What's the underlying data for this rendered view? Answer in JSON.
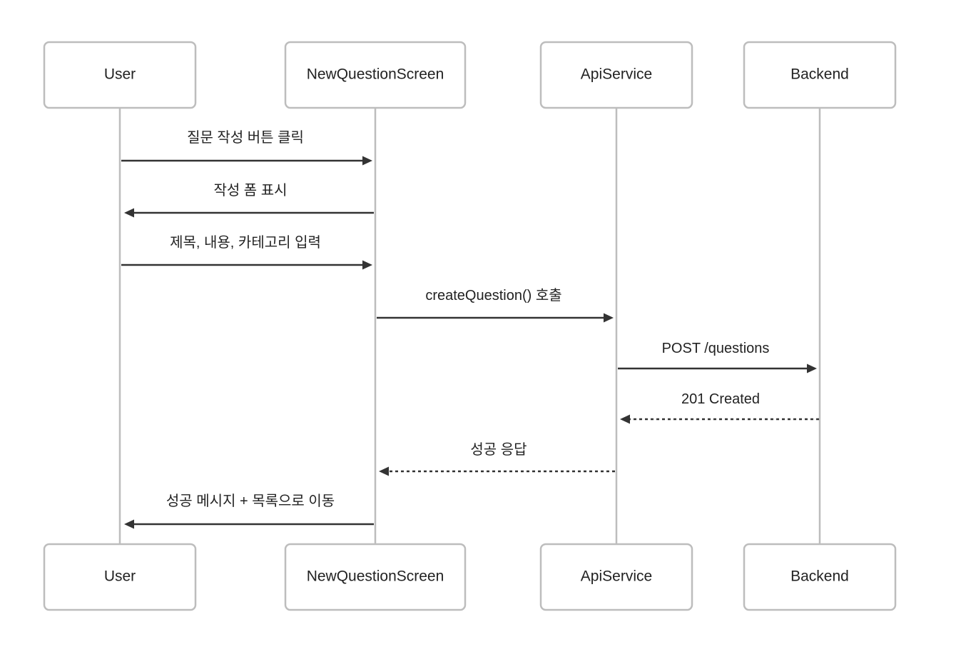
{
  "participants": [
    {
      "id": "user",
      "label": "User"
    },
    {
      "id": "screen",
      "label": "NewQuestionScreen"
    },
    {
      "id": "api",
      "label": "ApiService"
    },
    {
      "id": "backend",
      "label": "Backend"
    }
  ],
  "messages": [
    {
      "from": "user",
      "to": "screen",
      "label": "질문 작성 버튼 클릭",
      "style": "solid"
    },
    {
      "from": "screen",
      "to": "user",
      "label": "작성 폼 표시",
      "style": "solid"
    },
    {
      "from": "user",
      "to": "screen",
      "label": "제목, 내용, 카테고리 입력",
      "style": "solid"
    },
    {
      "from": "screen",
      "to": "api",
      "label": "createQuestion() 호출",
      "style": "solid"
    },
    {
      "from": "api",
      "to": "backend",
      "label": "POST /questions",
      "style": "solid"
    },
    {
      "from": "backend",
      "to": "api",
      "label": "201 Created",
      "style": "dashed"
    },
    {
      "from": "api",
      "to": "screen",
      "label": "성공 응답",
      "style": "dashed"
    },
    {
      "from": "screen",
      "to": "user",
      "label": "성공 메시지 + 목록으로 이동",
      "style": "solid"
    }
  ]
}
